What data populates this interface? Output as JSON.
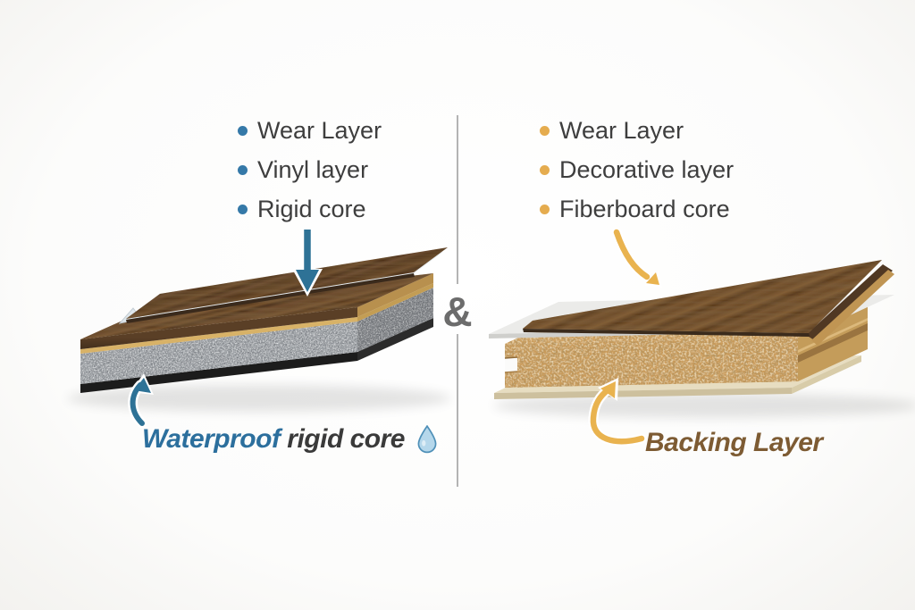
{
  "list_text_color": "#3e3e3e",
  "divider": {
    "ampersand": "&",
    "line_color": "#b4b4b4",
    "text_color": "#6c6c6c"
  },
  "left": {
    "bullet_color": "#3579a8",
    "arrow_color": "#2e7296",
    "items": [
      "Wear Layer",
      "Vinyl layer",
      "Rigid core"
    ],
    "caption_highlight": "Waterproof",
    "caption_rest": " rigid core",
    "caption_highlight_color": "#2c6f9d",
    "caption_rest_color": "#3a3a3a",
    "droplet_icon": "water-drop"
  },
  "right": {
    "bullet_color": "#e5ac4f",
    "arrow_color": "#e9b34f",
    "items": [
      "Wear Layer",
      "Decorative layer",
      "Fiberboard core"
    ],
    "caption": "Backing Layer",
    "caption_color": "#7d5b33"
  }
}
